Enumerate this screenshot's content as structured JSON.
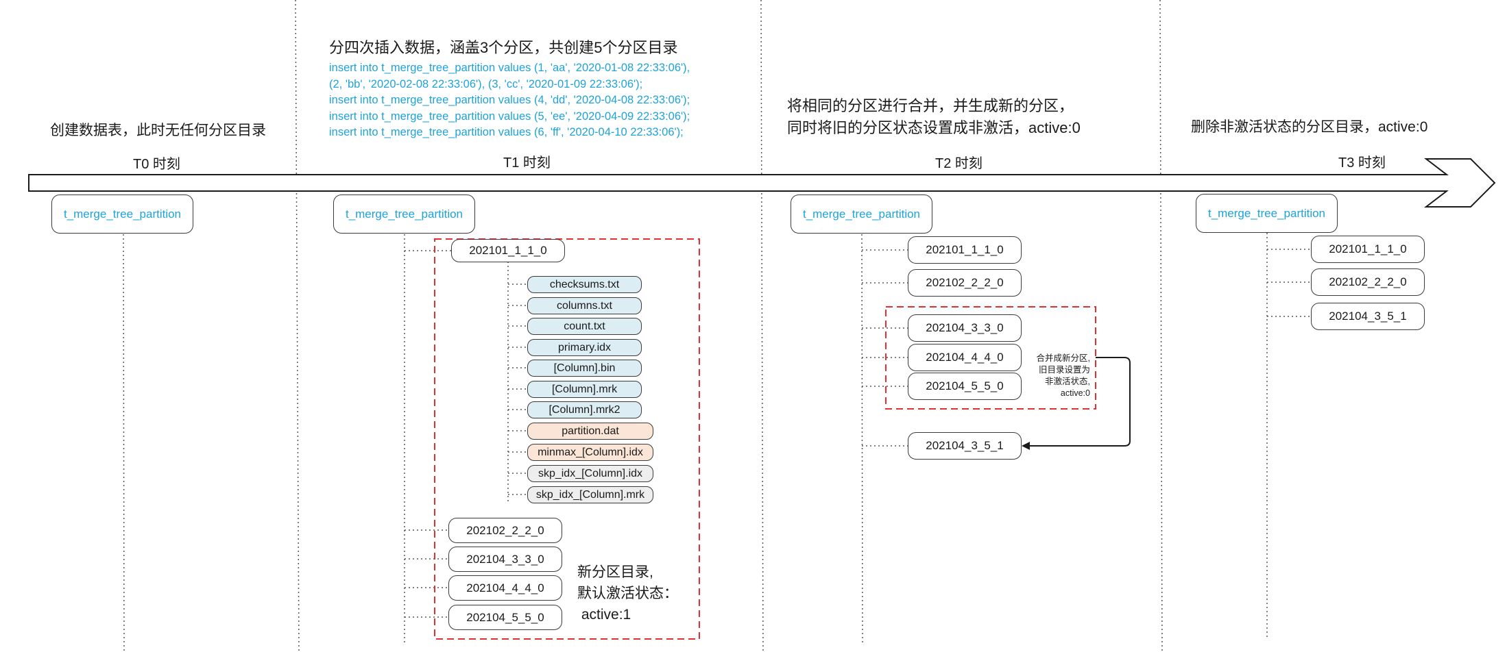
{
  "captions": {
    "t0": "创建数据表，此时无任何分区目录",
    "t1": "分四次插入数据，涵盖3个分区，共创建5个分区目录",
    "t2_line1": "将相同的分区进行合并，并生成新的分区，",
    "t2_line2": "同时将旧的分区状态设置成非激活，active:0",
    "t3": "删除非激活状态的分区目录，active:0"
  },
  "sql_lines": [
    "insert into t_merge_tree_partition values (1, 'aa', '2020-01-08 22:33:06'),",
    "(2, 'bb', '2020-02-08 22:33:06'), (3, 'cc', '2020-01-09 22:33:06');",
    "insert into t_merge_tree_partition values (4, 'dd', '2020-04-08 22:33:06');",
    "insert into t_merge_tree_partition values (5, 'ee', '2020-04-09 22:33:06');",
    "insert into t_merge_tree_partition values (6, 'ff', '2020-04-10 22:33:06');"
  ],
  "time_labels": [
    "T0 时刻",
    "T1 时刻",
    "T2 时刻",
    "T3 时刻"
  ],
  "table_name": "t_merge_tree_partition",
  "t1": {
    "first_partition": "202101_1_1_0",
    "files": [
      {
        "name": "checksums.txt",
        "kind": "blue"
      },
      {
        "name": "columns.txt",
        "kind": "blue"
      },
      {
        "name": "count.txt",
        "kind": "blue"
      },
      {
        "name": "primary.idx",
        "kind": "blue"
      },
      {
        "name": "[Column].bin",
        "kind": "blue"
      },
      {
        "name": "[Column].mrk",
        "kind": "blue"
      },
      {
        "name": "[Column].mrk2",
        "kind": "blue"
      },
      {
        "name": "partition.dat",
        "kind": "orange"
      },
      {
        "name": "minmax_[Column].idx",
        "kind": "orange"
      },
      {
        "name": "skp_idx_[Column].idx",
        "kind": "gray"
      },
      {
        "name": "skp_idx_[Column].mrk",
        "kind": "gray"
      }
    ],
    "other_partitions": [
      "202102_2_2_0",
      "202104_3_3_0",
      "202104_4_4_0",
      "202104_5_5_0"
    ],
    "note_lines": [
      "新分区目录,",
      "默认激活状态：",
      " active:1"
    ]
  },
  "t2": {
    "kept": [
      "202101_1_1_0",
      "202102_2_2_0"
    ],
    "merged_sources": [
      "202104_3_3_0",
      "202104_4_4_0",
      "202104_5_5_0"
    ],
    "merged_result": "202104_3_5_1",
    "note_lines": [
      "合并成新分区,",
      "旧目录设置为",
      "非激活状态,",
      "active:0"
    ]
  },
  "t3": {
    "partitions": [
      "202101_1_1_0",
      "202102_2_2_0",
      "202104_3_5_1"
    ]
  },
  "colors": {
    "accent_blue": "#1ea3d9",
    "dashed_red": "#e03030",
    "file_blue": "#dcedf4",
    "file_orange": "#fbe5d6",
    "file_gray": "#eeeeee"
  }
}
